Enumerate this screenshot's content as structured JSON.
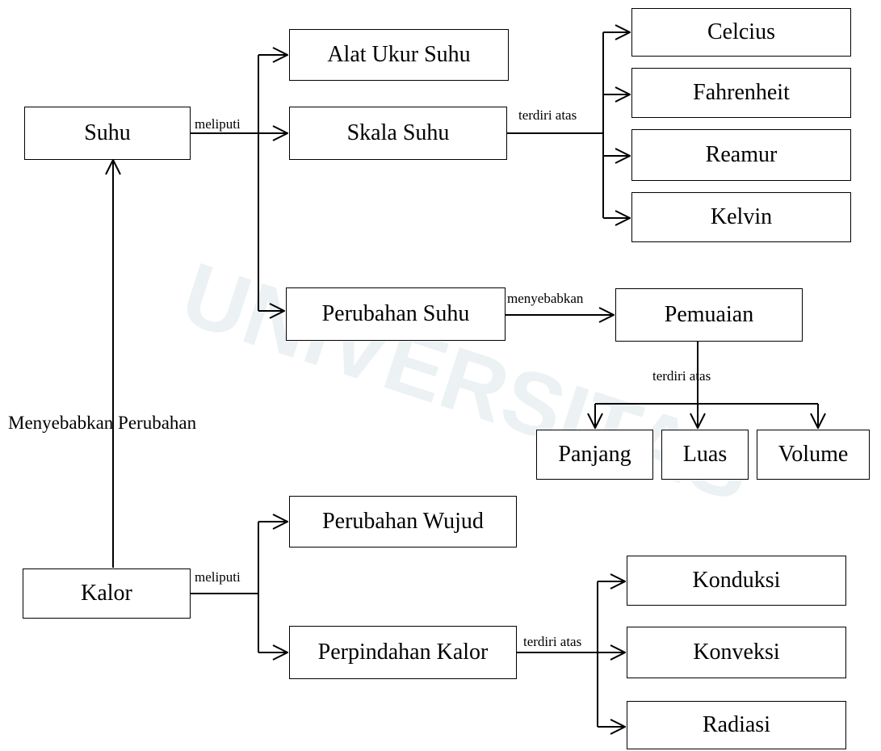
{
  "nodes": {
    "suhu": "Suhu",
    "alat_ukur_suhu": "Alat Ukur Suhu",
    "skala_suhu": "Skala Suhu",
    "celcius": "Celcius",
    "fahrenheit": "Fahrenheit",
    "reamur": "Reamur",
    "kelvin": "Kelvin",
    "perubahan_suhu": "Perubahan Suhu",
    "pemuaian": "Pemuaian",
    "panjang": "Panjang",
    "luas": "Luas",
    "volume": "Volume",
    "kalor": "Kalor",
    "perubahan_wujud": "Perubahan Wujud",
    "perpindahan_kalor": "Perpindahan Kalor",
    "konduksi": "Konduksi",
    "konveksi": "Konveksi",
    "radiasi": "Radiasi"
  },
  "edge_labels": {
    "suhu_meliputi": "meliputi",
    "skala_terdiri_atas": "terdiri atas",
    "perubahan_menyebabkan": "menyebabkan",
    "pemuaian_terdiri_atas": "terdiri atas",
    "kalor_menyebabkan_perubahan": "Menyebabkan Perubahan",
    "kalor_meliputi": "meliputi",
    "perpindahan_terdiri_atas": "terdiri atas"
  },
  "watermark": {
    "text": "UNIVERSITAS",
    "color": "#96afc3"
  }
}
